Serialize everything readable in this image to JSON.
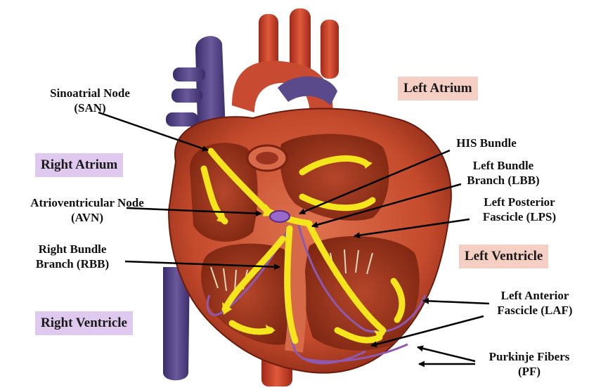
{
  "colors": {
    "muscle": "#c8482c",
    "muscle_dark": "#8a2414",
    "muscle_light": "#e07a55",
    "vein": "#4a3a7a",
    "artery": "#c0392b",
    "conduction_path": "#f5e51c",
    "purkinje": "#8e5ab0",
    "pink_label_bg": "#f6cfc4",
    "lilac_label_bg": "#dfc9ef"
  },
  "chamber_labels": {
    "right_atrium": "Right Atrium",
    "left_atrium": "Left Atrium",
    "right_ventricle": "Right Ventricle",
    "left_ventricle": "Left Ventricle"
  },
  "labels": {
    "san": {
      "line1": "Sinoatrial Node",
      "line2": "(SAN)"
    },
    "avn": {
      "line1": "Atrioventricular Node",
      "line2": "(AVN)"
    },
    "rbb": {
      "line1": "Right Bundle",
      "line2": "Branch (RBB)"
    },
    "his": {
      "line1": "HIS Bundle"
    },
    "lbb": {
      "line1": "Left Bundle",
      "line2": "Branch (LBB)"
    },
    "lps": {
      "line1": "Left Posterior",
      "line2": "Fascicle (LPS)"
    },
    "laf": {
      "line1": "Left Anterior",
      "line2": "Fascicle (LAF)"
    },
    "pf": {
      "line1": "Purkinje Fibers",
      "line2": "(PF)"
    }
  }
}
